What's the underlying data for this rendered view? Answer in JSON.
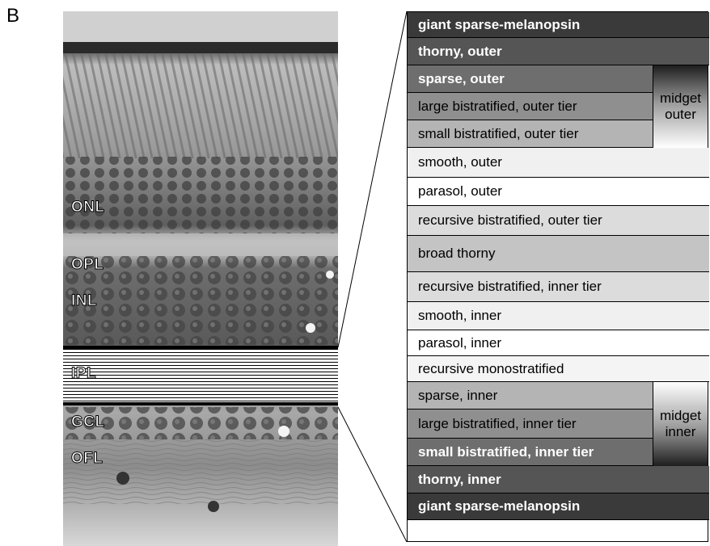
{
  "panel_letter": "B",
  "layers": {
    "onl": "ONL",
    "opl": "OPL",
    "inl": "INL",
    "ipl": "IPL",
    "gcl": "GCL",
    "ofl": "OFL"
  },
  "strata": [
    {
      "label": "giant sparse-melanopsin",
      "shade": "#3a3a3a",
      "text_color": "#ffffff",
      "bold": true
    },
    {
      "label": "thorny, outer",
      "shade": "#555555",
      "text_color": "#ffffff",
      "bold": true
    },
    {
      "label": "sparse, outer",
      "shade": "#6e6e6e",
      "text_color": "#ffffff",
      "bold": true
    },
    {
      "label": "large bistratified, outer tier",
      "shade": "#8f8f8f",
      "text_color": "#000000",
      "bold": false
    },
    {
      "label": "small bistratified, outer tier",
      "shade": "#b4b4b4",
      "text_color": "#000000",
      "bold": false
    },
    {
      "label": "smooth, outer",
      "shade": "#f0f0f0",
      "text_color": "#000000",
      "bold": false
    },
    {
      "label": "parasol, outer",
      "shade": "#ffffff",
      "text_color": "#000000",
      "bold": false
    },
    {
      "label": "recursive bistratified, outer tier",
      "shade": "#dcdcdc",
      "text_color": "#000000",
      "bold": false
    },
    {
      "label": "broad thorny",
      "shade": "#c4c4c4",
      "text_color": "#000000",
      "bold": false
    },
    {
      "label": "recursive bistratified, inner tier",
      "shade": "#dcdcdc",
      "text_color": "#000000",
      "bold": false
    },
    {
      "label": "smooth, inner",
      "shade": "#f0f0f0",
      "text_color": "#000000",
      "bold": false
    },
    {
      "label": "parasol, inner",
      "shade": "#ffffff",
      "text_color": "#000000",
      "bold": false
    },
    {
      "label": "recursive monostratified",
      "shade": "#f4f4f4",
      "text_color": "#000000",
      "bold": false
    },
    {
      "label": "sparse, inner",
      "shade": "#b4b4b4",
      "text_color": "#000000",
      "bold": false
    },
    {
      "label": "large bistratified, inner tier",
      "shade": "#8f8f8f",
      "text_color": "#000000",
      "bold": false
    },
    {
      "label": "small bistratified, inner tier",
      "shade": "#6e6e6e",
      "text_color": "#ffffff",
      "bold": true
    },
    {
      "label": "thorny, inner",
      "shade": "#555555",
      "text_color": "#ffffff",
      "bold": true
    },
    {
      "label": "giant sparse-melanopsin",
      "shade": "#3a3a3a",
      "text_color": "#ffffff",
      "bold": true
    }
  ],
  "midget_outer": {
    "line1": "midget",
    "line2": "outer"
  },
  "midget_inner": {
    "line1": "midget",
    "line2": "inner"
  }
}
